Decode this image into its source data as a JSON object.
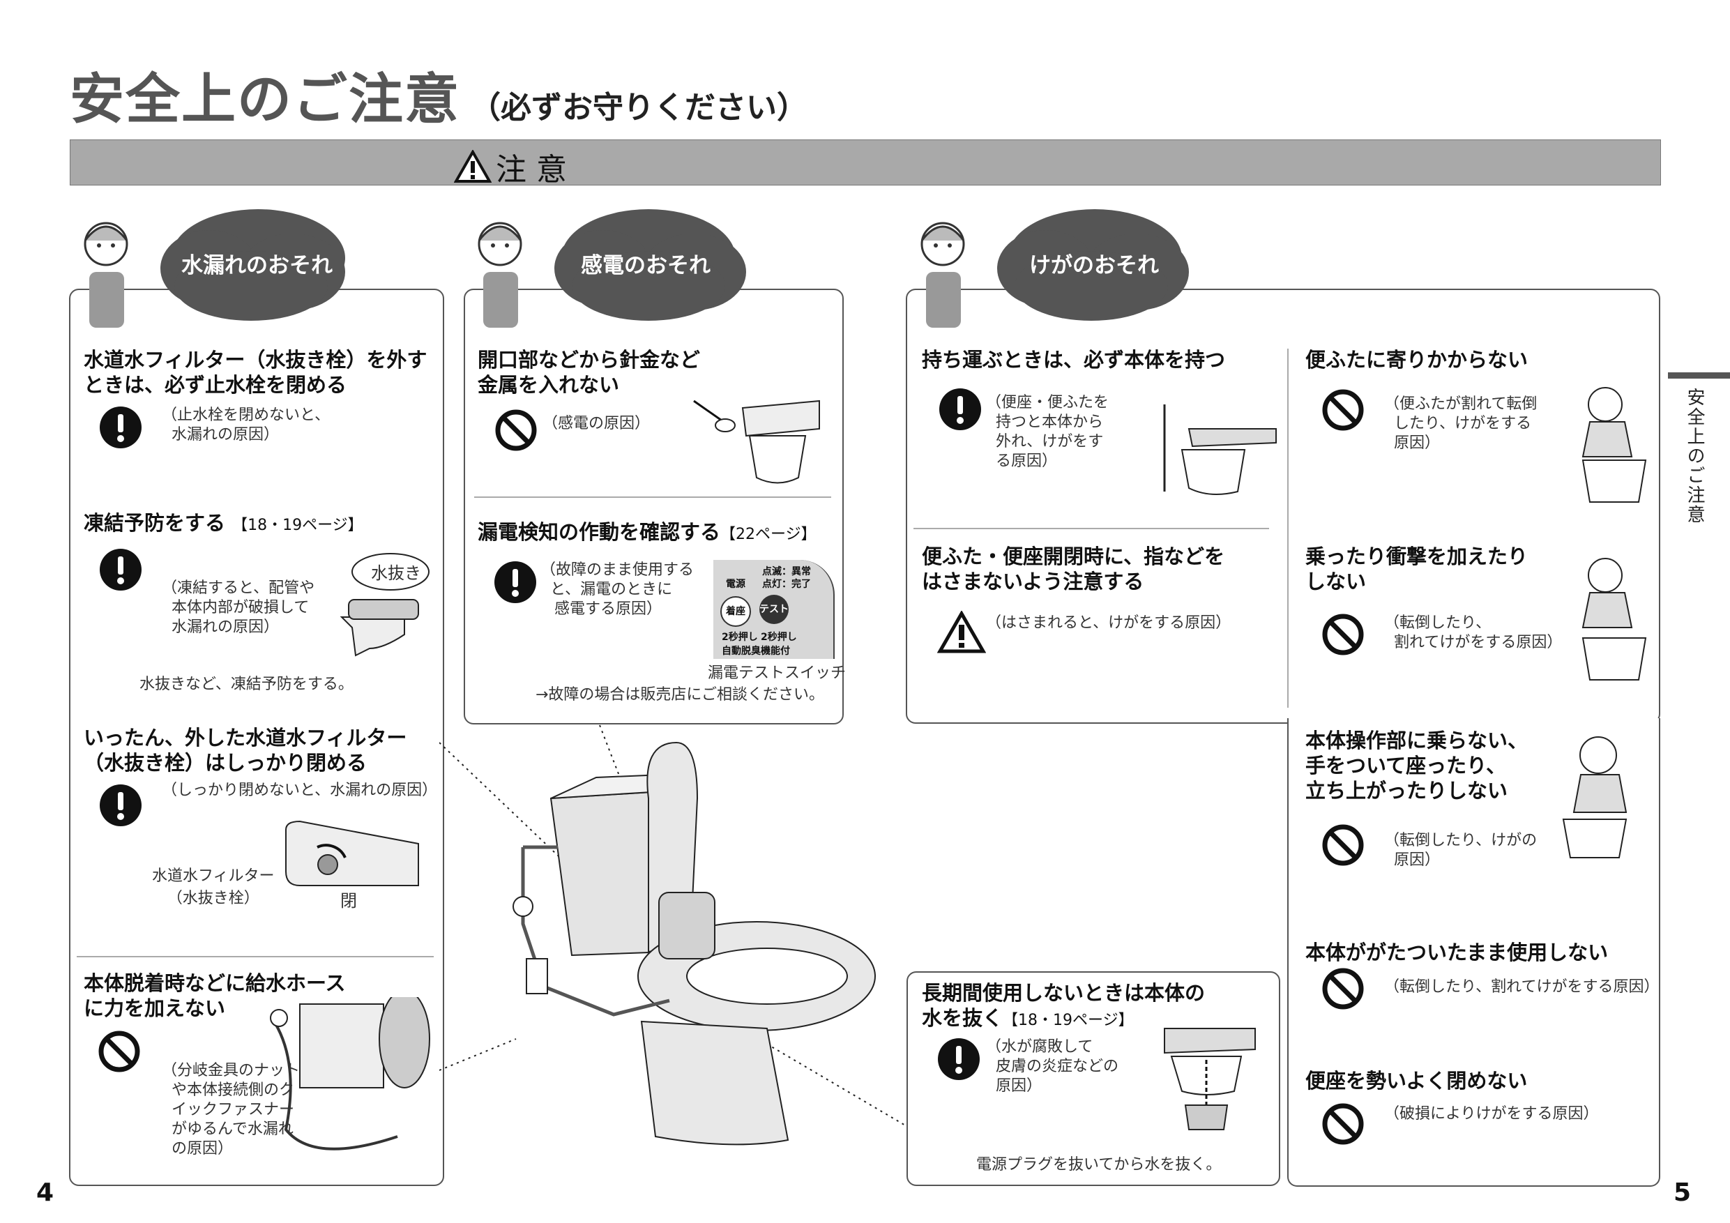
{
  "header": {
    "title": "安全上のご注意",
    "subtitle": "（必ずお守りください）",
    "banner": "注 意"
  },
  "clouds": {
    "water": "水漏れのおそれ",
    "shock": "感電のおそれ",
    "injury": "けがのおそれ"
  },
  "water": {
    "s1_title_1": "水道水フィルター（水抜き栓）を外す",
    "s1_title_2": "ときは、必ず止水栓を閉める",
    "s1_note_1": "（止水栓を閉めないと、",
    "s1_note_2": "水漏れの原因）",
    "s2_title": "凍結予防をする",
    "s2_ref": "【18・19ページ】",
    "s2_note_1": "（凍結すると、配管や",
    "s2_note_2": "本体内部が破損して",
    "s2_note_3": "水漏れの原因）",
    "s2_bubble": "水抜き",
    "s2_caption": "水抜きなど、凍結予防をする。",
    "s3_title_1": "いったん、外した水道水フィルター",
    "s3_title_2": "（水抜き栓）はしっかり閉める",
    "s3_note": "（しっかり閉めないと、水漏れの原因）",
    "s3_label_1": "水道水フィルター",
    "s3_label_2": "（水抜き栓）",
    "s3_close": "閉",
    "s4_title_1": "本体脱着時などに給水ホース",
    "s4_title_2": "に力を加えない",
    "s4_note_1": "（分岐金具のナット",
    "s4_note_2": "や本体接続側のク",
    "s4_note_3": "イックファスナー",
    "s4_note_4": "がゆるんで水漏れ",
    "s4_note_5": "の原因）"
  },
  "shock": {
    "s1_title_1": "開口部などから針金など",
    "s1_title_2": "金属を入れない",
    "s1_note": "（感電の原因）",
    "s2_title": "漏電検知の作動を確認する",
    "s2_ref": "【22ページ】",
    "s2_note_1": "（故障のまま使用する",
    "s2_note_2": "と、漏電のときに",
    "s2_note_3": "感電する原因）",
    "panel_dot_1": "点滅：異常",
    "panel_dot_2": "点灯：完了",
    "panel_power": "電源",
    "panel_seat": "着座",
    "panel_test": "テスト",
    "panel_press_1": "2秒押し",
    "panel_press_2": "2秒押し",
    "panel_deodor": "自動脱臭機能付",
    "switch_label": "漏電テストスイッチ",
    "consult": "→故障の場合は販売店にご相談ください。"
  },
  "injury": {
    "c1_title": "持ち運ぶときは、必ず本体を持つ",
    "c1_note_1": "（便座・便ふたを",
    "c1_note_2": "持つと本体から",
    "c1_note_3": "外れ、けがをす",
    "c1_note_4": "る原因）",
    "c2_title_1": "便ふた・便座開閉時に、指などを",
    "c2_title_2": "はさまないよう注意する",
    "c2_note": "（はさまれると、けがをする原因）",
    "c3_title_1": "長期間使用しないときは本体の",
    "c3_title_2": "水を抜く",
    "c3_ref": "【18・19ページ】",
    "c3_note_1": "（水が腐敗して",
    "c3_note_2": "皮膚の炎症などの",
    "c3_note_3": "原因）",
    "c3_caption": "電源プラグを抜いてから水を抜く。",
    "r1_title": "便ふたに寄りかからない",
    "r1_note_1": "（便ふたが割れて転倒",
    "r1_note_2": "したり、けがをする",
    "r1_note_3": "原因）",
    "r2_title_1": "乗ったり衝撃を加えたり",
    "r2_title_2": "しない",
    "r2_note_1": "（転倒したり、",
    "r2_note_2": "割れてけがをする原因）",
    "r3_title_1": "本体操作部に乗らない、",
    "r3_title_2": "手をついて座ったり、",
    "r3_title_3": "立ち上がったりしない",
    "r3_note_1": "（転倒したり、けがの",
    "r3_note_2": "原因）",
    "r4_title": "本体ががたついたまま使用しない",
    "r4_note": "（転倒したり、割れてけがをする原因）",
    "r5_title": "便座を勢いよく閉めない",
    "r5_note": "（破損によりけがをする原因）"
  },
  "side_tab": "安全上のご注意",
  "page_left": "4",
  "page_right": "5",
  "icons": {
    "warning": "warning-triangle-icon",
    "mandatory": "exclamation-circle-icon",
    "prohibit": "prohibition-icon"
  }
}
